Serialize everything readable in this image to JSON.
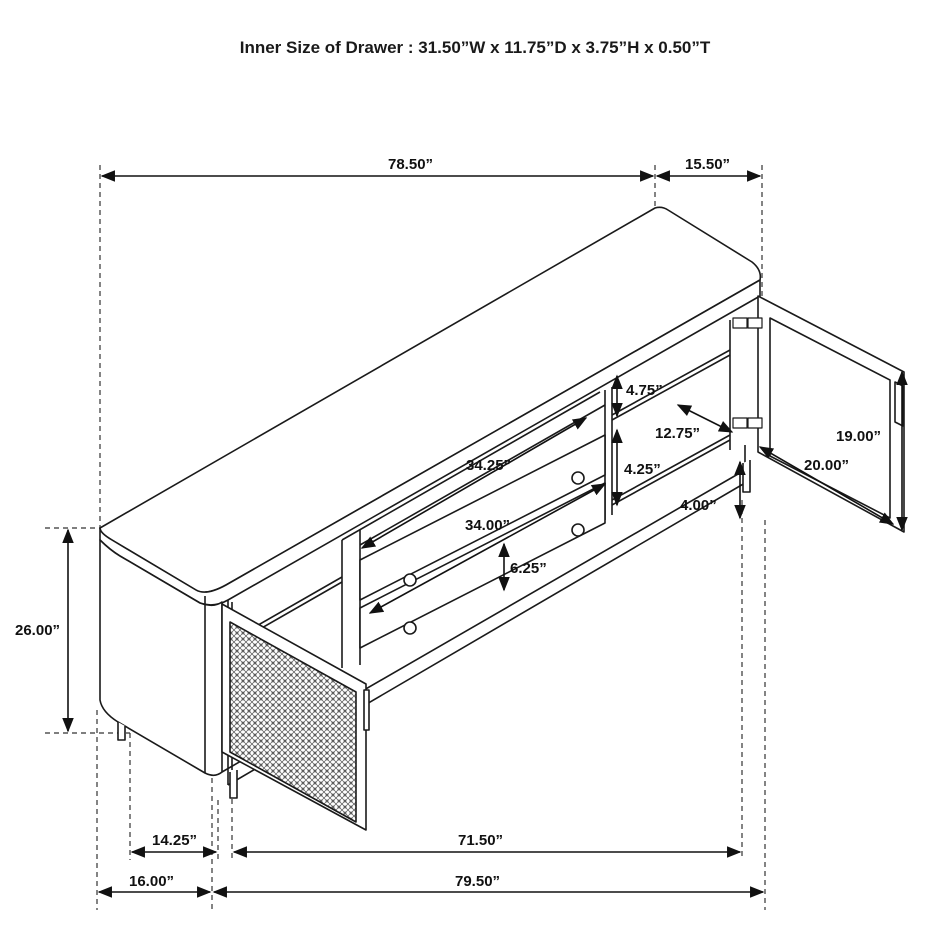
{
  "header": {
    "title": "Inner Size of Drawer : 31.50”W x 11.75”D x 3.75”H x 0.50”T"
  },
  "dimensions": {
    "overall_width": "78.50”",
    "overall_depth": "15.50”",
    "shelf_upper_height": "4.75”",
    "shelf_depth": "12.75”",
    "drawer_width_upper": "34.25”",
    "drawer_front_height_upper": "4.25”",
    "door_height": "19.00”",
    "door_width": "20.00”",
    "leg_height_right": "4.00”",
    "drawer_width_lower": "34.00”",
    "drawer_front_height_lower": "6.25”",
    "overall_height": "26.00”",
    "side_depth_inner": "14.25”",
    "inner_width": "71.50”",
    "side_depth_outer": "16.00”",
    "width_doors_open": "79.50”"
  },
  "colors": {
    "line": "#1a1a1a",
    "dash": "#333333",
    "rattan": "#555555"
  }
}
